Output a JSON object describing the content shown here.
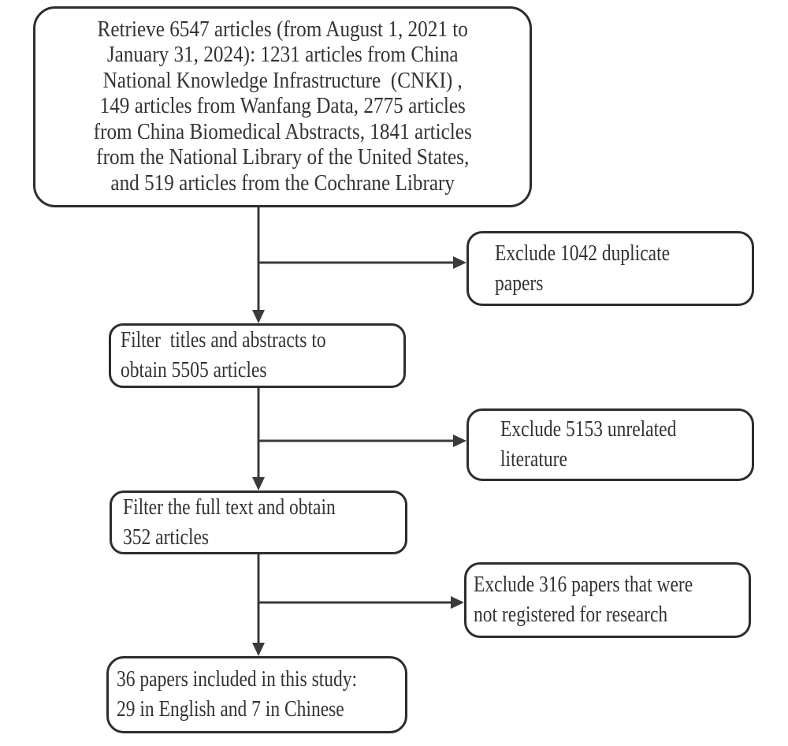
{
  "diagram": {
    "type": "flowchart",
    "colors": {
      "background": "#ffffff",
      "node_border": "#2d2d2d",
      "connector": "#3a3a3a",
      "text": "#333333"
    },
    "nodes": {
      "retrieve": {
        "text": "Retrieve 6547 articles (from August 1, 2021 to\nJanuary 31, 2024): 1231 articles from China\nNational Knowledge Infrastructure  (CNKI) ,\n149 articles from Wanfang Data, 2775 articles\nfrom China Biomedical Abstracts, 1841 articles\nfrom the National Library of the United States,\nand 519 articles from the Cochrane Library"
      },
      "exclude_duplicates": {
        "text": "Exclude 1042 duplicate\npapers"
      },
      "filter_titles": {
        "text": "Filter  titles and abstracts to\nobtain 5505 articles"
      },
      "exclude_unrelated": {
        "text": "Exclude 5153 unrelated\nliterature"
      },
      "filter_fulltext": {
        "text": "Filter the full text and obtain\n352 articles"
      },
      "exclude_unregistered": {
        "text": "Exclude 316 papers that were\nnot registered for research"
      },
      "included": {
        "text": "36 papers included in this study:\n29 in English and 7 in Chinese"
      }
    },
    "edges": [
      {
        "from": "retrieve",
        "to": "filter_titles"
      },
      {
        "from": "retrieve",
        "to": "exclude_duplicates"
      },
      {
        "from": "filter_titles",
        "to": "filter_fulltext"
      },
      {
        "from": "filter_titles",
        "to": "exclude_unrelated"
      },
      {
        "from": "filter_fulltext",
        "to": "included"
      },
      {
        "from": "filter_fulltext",
        "to": "exclude_unregistered"
      }
    ]
  }
}
